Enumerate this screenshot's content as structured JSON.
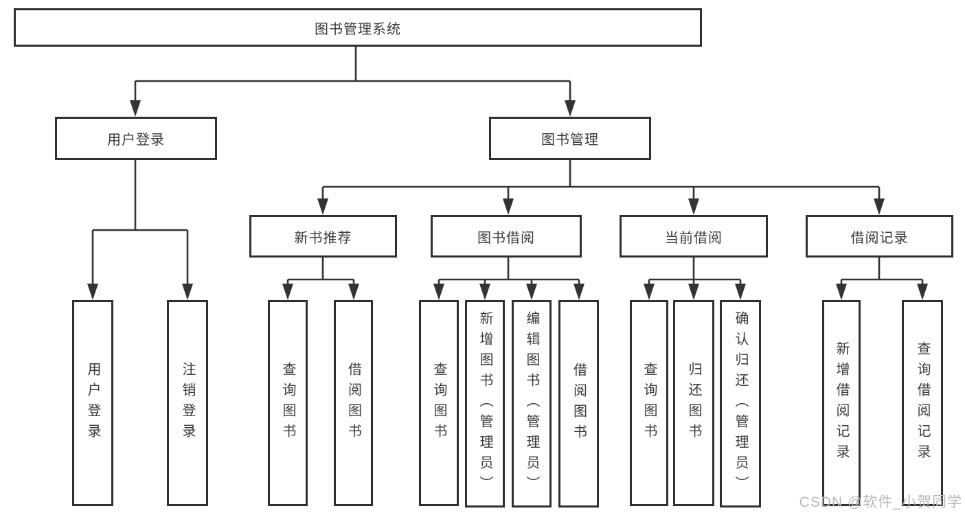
{
  "diagram": {
    "root": {
      "label": "图书管理系统"
    },
    "level2": [
      {
        "label": "用户登录"
      },
      {
        "label": "图书管理"
      }
    ],
    "level3": [
      {
        "label": "新书推荐"
      },
      {
        "label": "图书借阅"
      },
      {
        "label": "当前借阅"
      },
      {
        "label": "借阅记录"
      }
    ],
    "leaves": [
      {
        "label": "用户登录"
      },
      {
        "label": "注销登录"
      },
      {
        "label": "查询图书"
      },
      {
        "label": "借阅图书"
      },
      {
        "label": "查询图书"
      },
      {
        "label": "新增图书（管理员）"
      },
      {
        "label": "编辑图书（管理员）"
      },
      {
        "label": "借阅图书"
      },
      {
        "label": "查询图书"
      },
      {
        "label": "归还图书"
      },
      {
        "label": "确认归还（管理员）"
      },
      {
        "label": "新增借阅记录"
      },
      {
        "label": "查询借阅记录"
      }
    ]
  },
  "watermark": {
    "text": "CSDN @软件_小贺同学"
  },
  "colors": {
    "line": "#333333",
    "box_border": "#2f2f2f",
    "text": "#3a3a3a",
    "background": "#ffffff",
    "watermark": "#b9b9b9"
  }
}
